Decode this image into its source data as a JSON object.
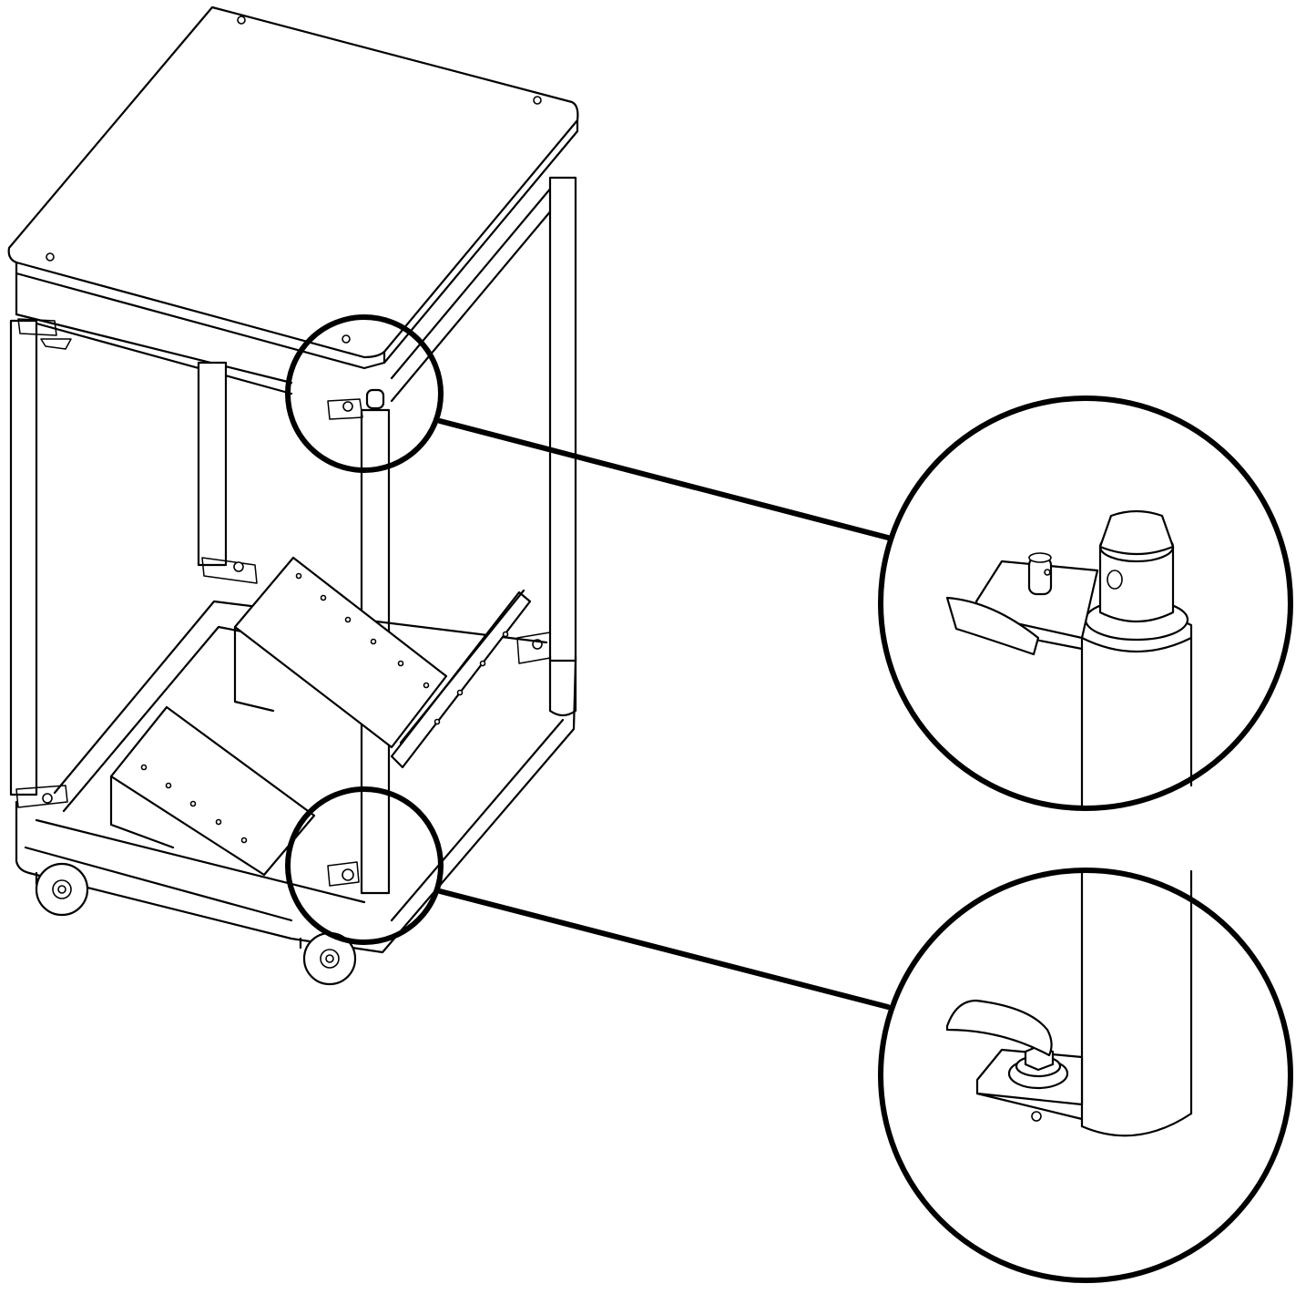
{
  "figure": {
    "subject": "assembly-detail",
    "colors": {
      "line": "#000000",
      "background": "#ffffff"
    },
    "callouts": [
      {
        "id": "upper-joint",
        "detail": "pin-bracket-top-of-leg"
      },
      {
        "id": "lower-joint",
        "detail": "bolt-bracket-bottom-of-leg"
      }
    ]
  }
}
